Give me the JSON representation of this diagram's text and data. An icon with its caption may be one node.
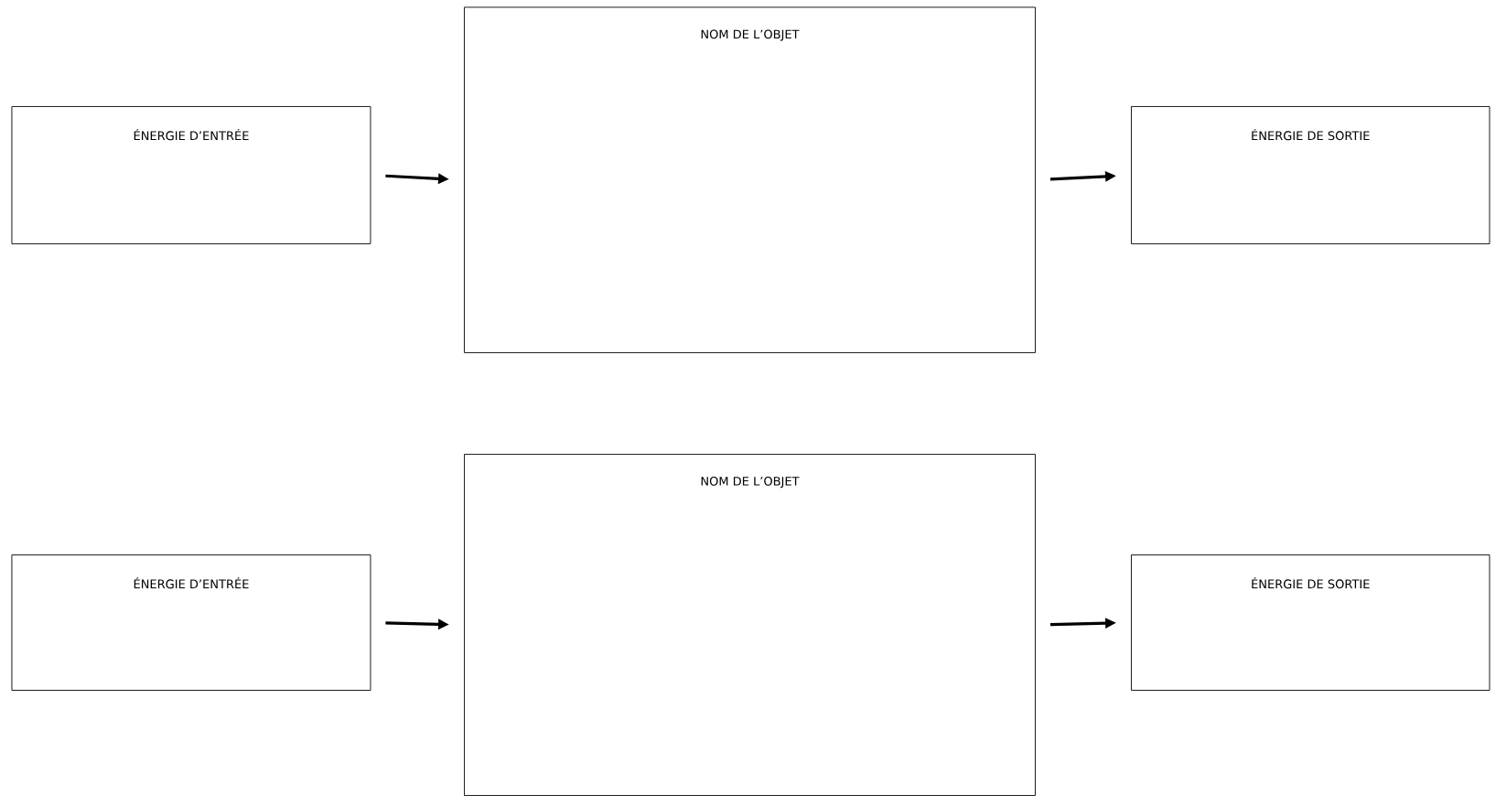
{
  "diagram": {
    "nodes": [
      {
        "text": [
          "ÉNERGIE D’ENTRÉE"
        ]
      },
      {
        "text": [
          "NOM DE L’OBJET"
        ]
      },
      {
        "text": [
          "ÉNERGIE DE SORTIE"
        ]
      },
      {
        "text": [
          "ÉNERGIE D’ENTRÉE"
        ]
      },
      {
        "text": [
          "NOM DE L’OBJET"
        ]
      },
      {
        "text": [
          "ÉNERGIE DE SORTIE"
        ]
      }
    ],
    "edges": [
      {
        "from": 0,
        "to": 1,
        "arrow": "to"
      },
      {
        "from": 1,
        "to": 2,
        "arrow": "to"
      },
      {
        "from": 3,
        "to": 4,
        "arrow": "to"
      },
      {
        "from": 4,
        "to": 5,
        "arrow": "to"
      }
    ]
  }
}
